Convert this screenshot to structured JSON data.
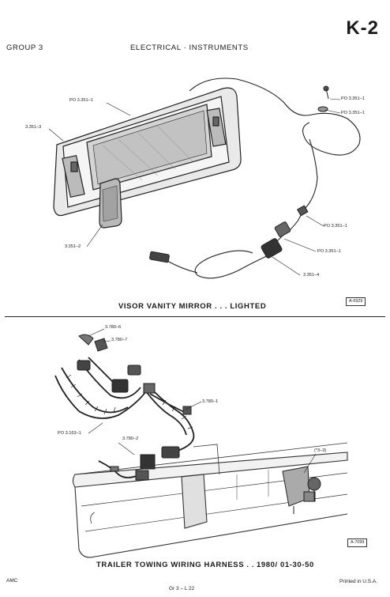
{
  "page_id": "K-2",
  "header": {
    "group": "GROUP 3",
    "title": "ELECTRICAL · INSTRUMENTS"
  },
  "section1": {
    "caption": "VISOR VANITY MIRROR . . . LIGHTED",
    "figure_ref": "A-6929",
    "callouts": [
      "PO 3.351–1",
      "3.351–3",
      "PO 3.351–1",
      "PO 3.351–1",
      "PO 3.351–1",
      "3.351–2",
      "PO 3.351–1",
      "3.351–4"
    ]
  },
  "section2": {
    "caption": "TRAILER TOWING WIRING HARNESS . . .",
    "caption_code": "1980/ 01-30-50",
    "figure_ref": "A-7099",
    "callouts": [
      "3.780–6",
      "3.780–7",
      "3.780–1",
      "PO 3.163–1",
      "3.780–2",
      "(*3–3)"
    ]
  },
  "footer": {
    "left": "AMC",
    "center": "Gr 3 – L 22",
    "right": "Printed in U.S.A."
  }
}
